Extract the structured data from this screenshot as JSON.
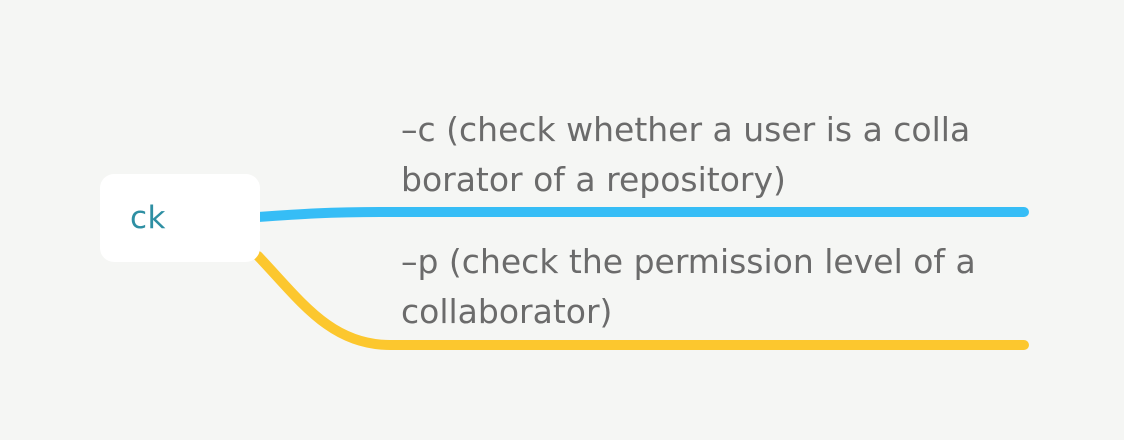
{
  "root": {
    "label": "ck"
  },
  "branches": [
    {
      "lines": [
        "–c  (check whether a user is a colla",
        "borator of a repository)"
      ],
      "color": "#36bdf6"
    },
    {
      "lines": [
        "–p  (check the permission level of a",
        "collaborator)"
      ],
      "color": "#fcc72e"
    }
  ],
  "background": "#f5f6f4",
  "root_text_color": "#2e8fa3",
  "branch_text_color": "#6b6b6b"
}
